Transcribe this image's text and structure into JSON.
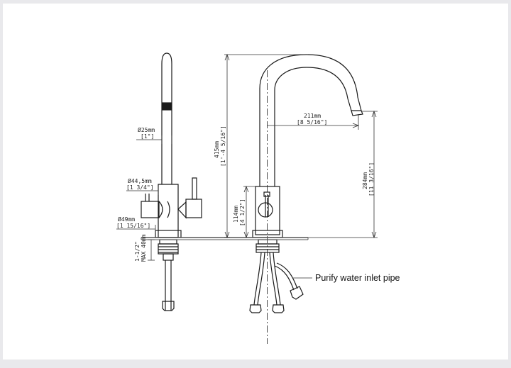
{
  "dimensions": {
    "d25": {
      "metric": "Ø25mm",
      "imperial": "[1\"]"
    },
    "d44": {
      "metric": "Ø44,5mm",
      "imperial": "[1 3/4\"]"
    },
    "d49": {
      "metric": "Ø49mm",
      "imperial": "[1 15/16\"]"
    },
    "thread": {
      "metric": "1-1/2\"",
      "imperial": "MAX 40mm"
    },
    "height415": {
      "metric": "415mm",
      "imperial": "[1'-4 5/16\"]"
    },
    "height114": {
      "metric": "114mm",
      "imperial": "[4 1/2\"]"
    },
    "reach211": {
      "metric": "211mm",
      "imperial": "[8 5/16\"]"
    },
    "height284": {
      "metric": "284mm",
      "imperial": "[11 3/16\"]"
    }
  },
  "annotations": {
    "purify_pipe": "Purify water inlet pipe"
  },
  "colors": {
    "line": "#1a1a1a",
    "dim_line": "#333333",
    "counter": "#555555"
  }
}
